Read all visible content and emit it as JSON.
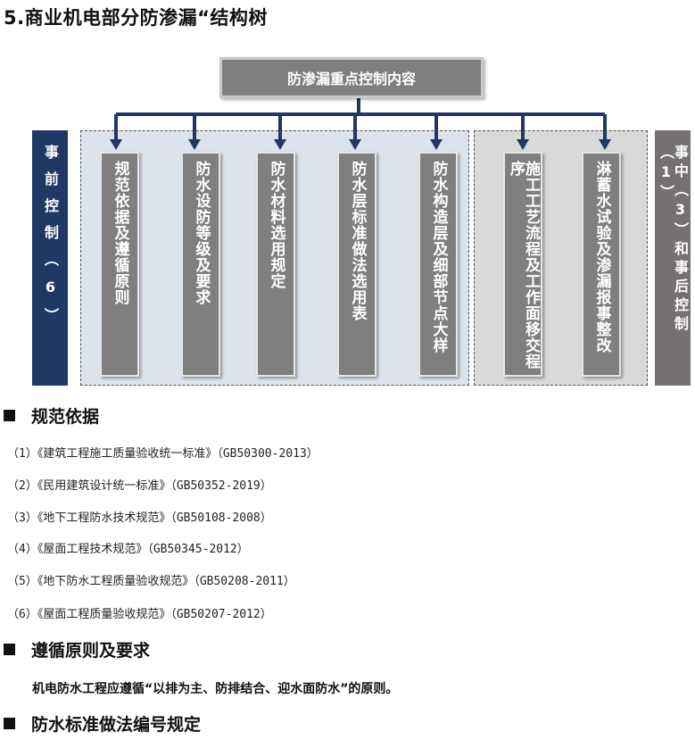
{
  "title": "5.商业机电部分防渗漏“结构树",
  "diagram": {
    "root": "防渗漏重点控制内容",
    "left_side": "事前控制（6）",
    "right_side": "事中（3）和事后控制（1）",
    "columns": [
      "规范依据及遵循原则",
      "防水设防等级及要求",
      "防水材料选用规定",
      "防水层标准做法选用表",
      "防水构造层及细部节点大样",
      "施工工艺流程及工作面移交程序",
      "淋蓄水试验及渗漏报事整改"
    ]
  },
  "sections": {
    "s1": "规范依据",
    "s2": "遵循原则及要求",
    "s3": "防水标准做法编号规定"
  },
  "standards": [
    "（1）《建筑工程施工质量验收统一标准》（GB50300-2013）",
    "（2）《民用建筑设计统一标准》（GB50352-2019）",
    "（3）《地下工程防水技术规范》（GB50108-2008）",
    "（4）《屋面工程技术规范》（GB50345-2012）",
    "（5）《地下防水工程质量验收规范》（GB50208-2011）",
    "（6）《屋面工程质量验收规范》（GB50207-2012）"
  ],
  "principle": "机电防水工程应遵循“以排为主、防排结合、迎水面防水”的原则。"
}
